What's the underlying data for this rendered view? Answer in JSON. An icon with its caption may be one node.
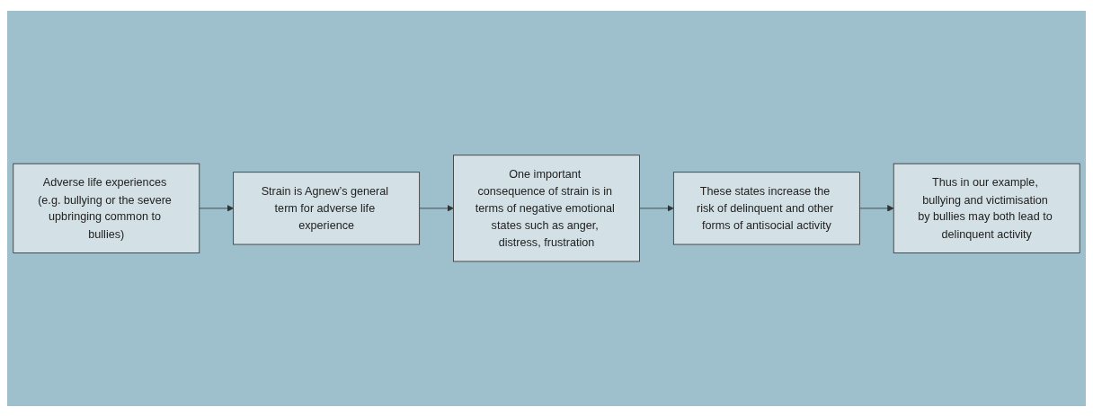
{
  "diagram": {
    "nodes": [
      {
        "text": [
          "Adverse life experiences (e.g. bullying or the severe upbringing common to bullies)"
        ]
      },
      {
        "text": [
          "Strain is Agnew’s general term for adverse life experience"
        ]
      },
      {
        "text": [
          "One important consequence of strain is in terms of negative emotional states such as anger, distress, frustration"
        ]
      },
      {
        "text": [
          "These states increase the risk of delinquent and other forms of antisocial activity"
        ]
      },
      {
        "text": [
          "Thus in our example, bullying and victimisation by bullies may both lead to delinquent activity"
        ]
      }
    ],
    "edges": [
      {
        "from": 0,
        "to": 1,
        "arrow": "to"
      },
      {
        "from": 1,
        "to": 2,
        "arrow": "to"
      },
      {
        "from": 2,
        "to": 3,
        "arrow": "to"
      },
      {
        "from": 3,
        "to": 4,
        "arrow": "to"
      }
    ]
  }
}
